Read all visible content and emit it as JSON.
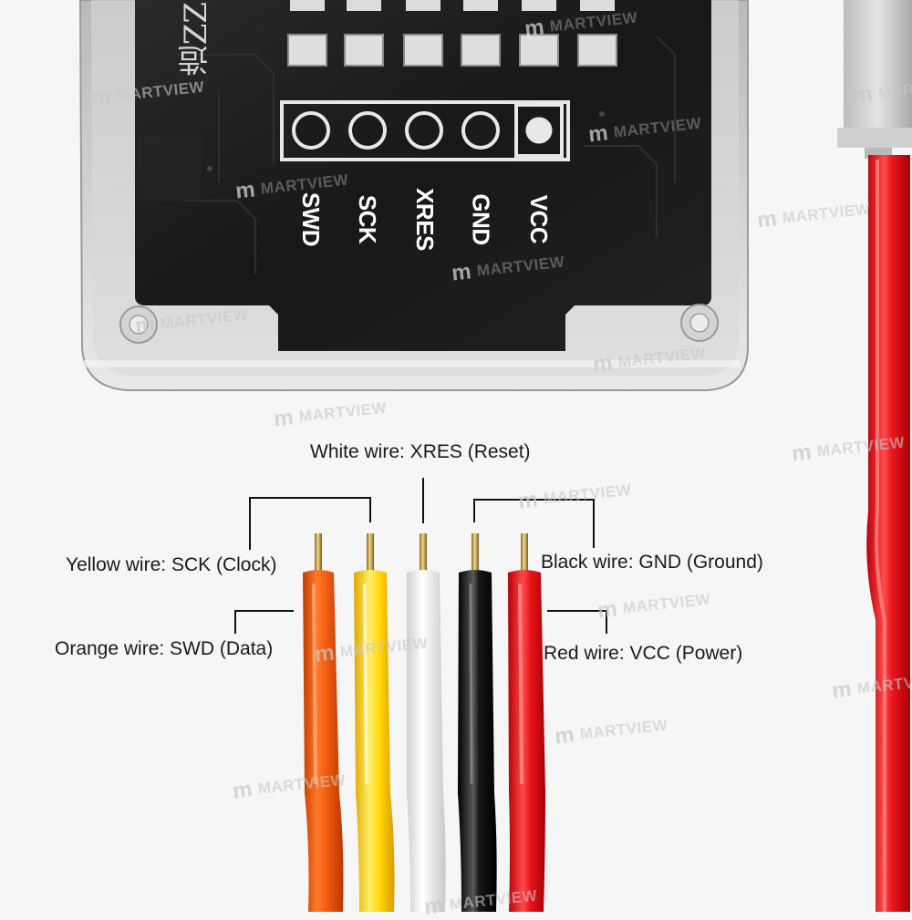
{
  "device": {
    "pin_labels": [
      "SWD",
      "SCK",
      "XRES",
      "GND",
      "VCC"
    ],
    "header_text": "造ZZ"
  },
  "callouts": {
    "white": "White wire: XRES (Reset)",
    "yellow": "Yellow wire: SCK (Clock)",
    "orange": "Orange wire: SWD (Data)",
    "black": "Black wire: GND (Ground)",
    "red": "Red wire: VCC (Power)"
  },
  "watermark": {
    "logo": "m",
    "text": "MARTVIEW"
  },
  "colors": {
    "orange": "#f05a12",
    "yellow": "#ffd400",
    "white": "#f4f4f4",
    "black": "#151515",
    "red": "#e8151b",
    "pcb": "#1b1b1b",
    "brass": "#c9a349"
  }
}
